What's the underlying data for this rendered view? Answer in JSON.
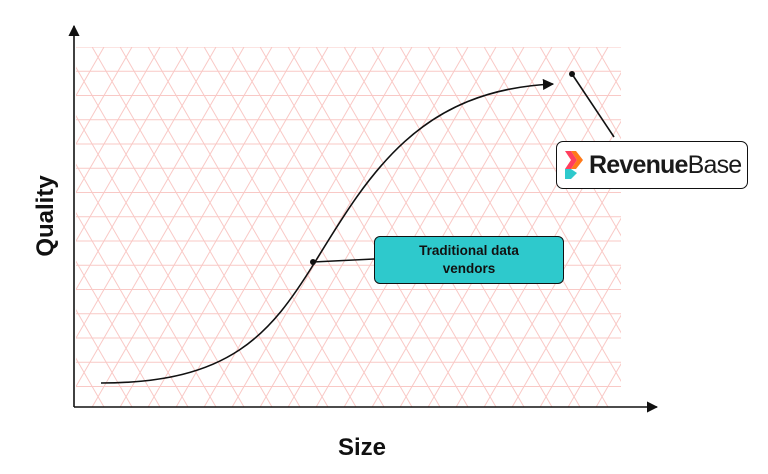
{
  "axes": {
    "x_label": "Size",
    "y_label": "Quality"
  },
  "callout": {
    "label": "Traditional data vendors",
    "fill_color": "#2ec9cc"
  },
  "brand": {
    "name_part1": "Revenue",
    "name_part2": "Base",
    "icon": "revenuebase-logo-icon",
    "icon_colors": [
      "#ff7a1a",
      "#ff3f5e",
      "#2ec9cc"
    ]
  },
  "grid": {
    "pattern": "triangular",
    "color": "#f9c9c6"
  },
  "curve": {
    "shape": "s-curve"
  }
}
